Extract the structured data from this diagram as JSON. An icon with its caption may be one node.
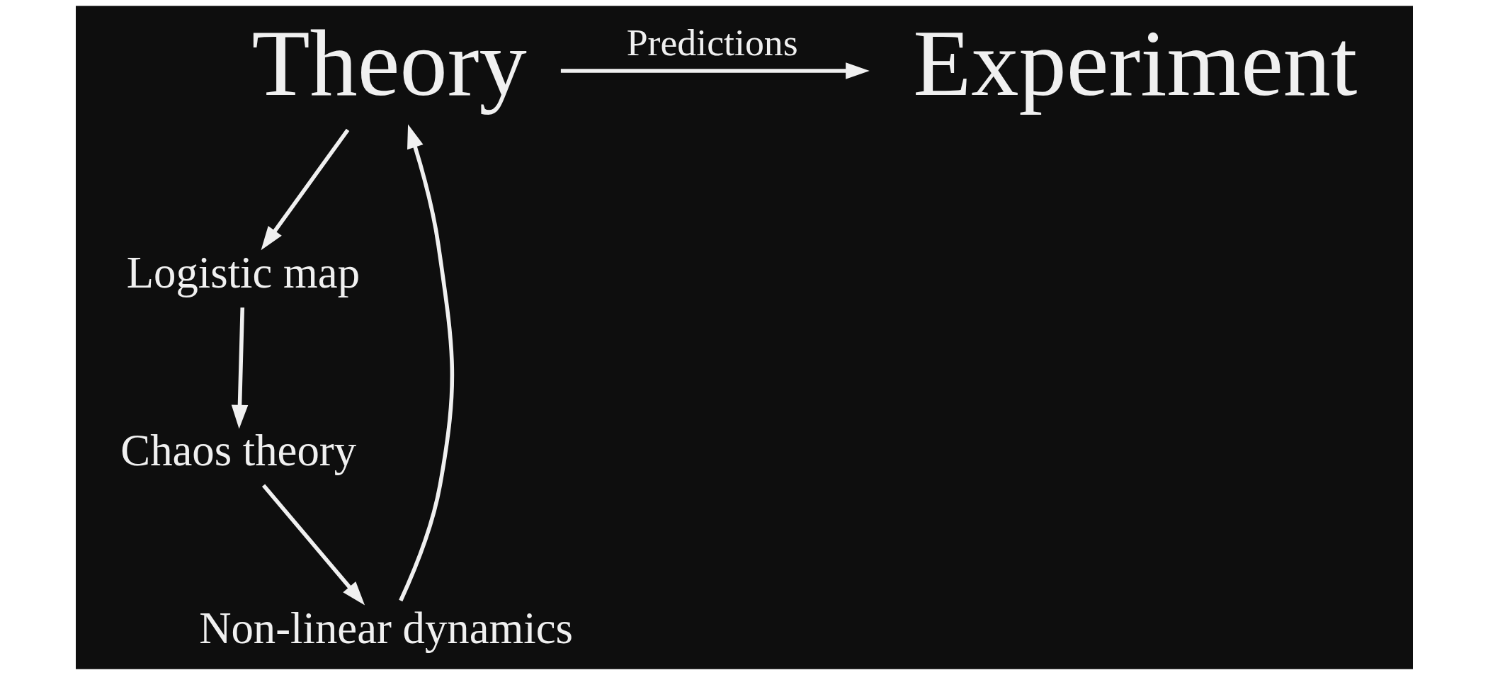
{
  "diagram": {
    "nodes": [
      {
        "text": [
          "Theory"
        ]
      },
      {
        "text": [
          "Experiment"
        ]
      },
      {
        "text": [
          "Non-linear dynamics"
        ]
      },
      {
        "text": [
          "Logistic map"
        ]
      },
      {
        "text": [
          "Chaos theory"
        ]
      }
    ],
    "edges": [
      {
        "from": 0,
        "to": 1,
        "arrow": "to",
        "label": "Predictions"
      },
      {
        "from": 0,
        "to": 3,
        "arrow": "to"
      },
      {
        "from": 3,
        "to": 4,
        "arrow": "to"
      },
      {
        "from": 4,
        "to": 2,
        "arrow": "to"
      },
      {
        "from": 2,
        "to": 0,
        "arrow": "to"
      }
    ]
  }
}
